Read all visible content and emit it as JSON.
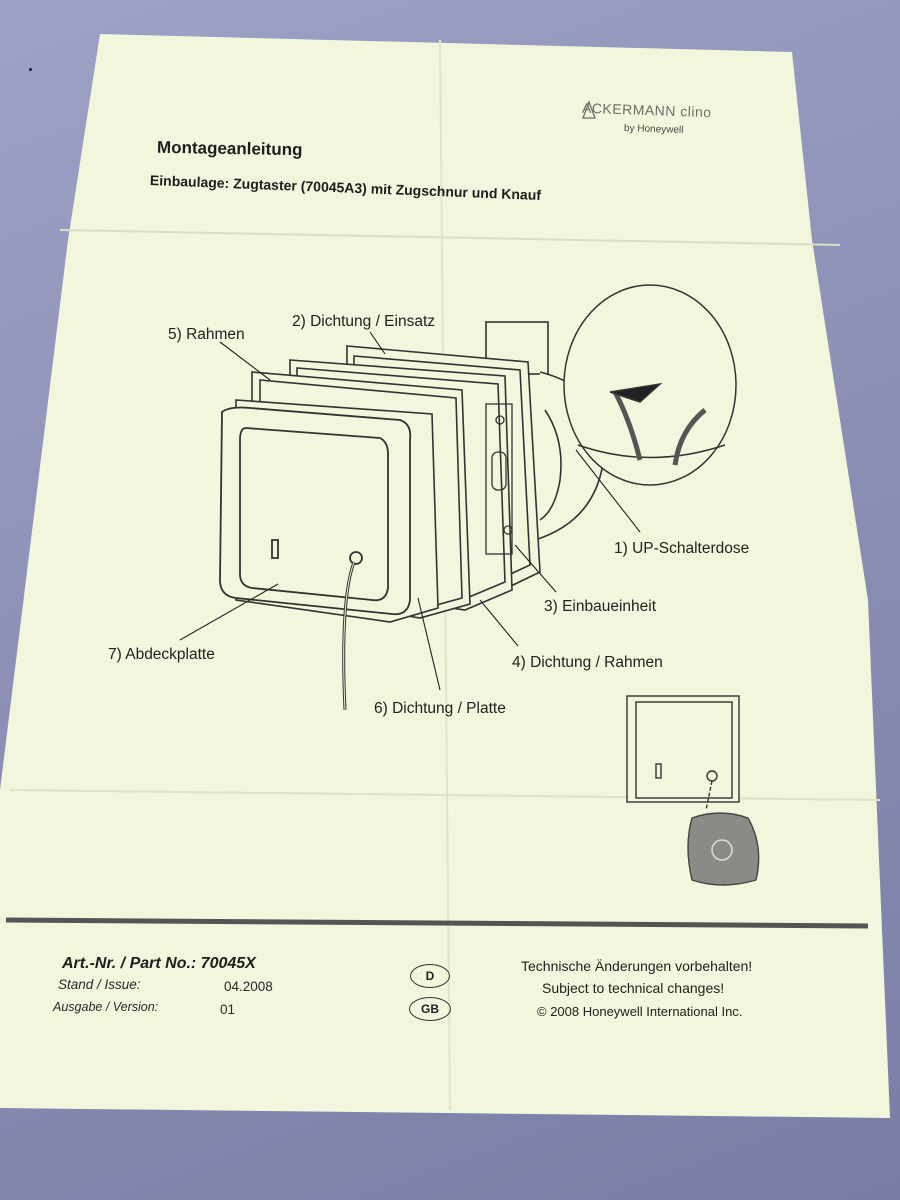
{
  "header": {
    "brand": "ACKERMANN clino",
    "brand_sub": "by Honeywell",
    "title": "Montageanleitung",
    "subtitle": "Einbaulage: Zugtaster (70045A3) mit Zugschnur und Knauf"
  },
  "diagram": {
    "labels": {
      "frame": "5) Rahmen",
      "seal_insert": "2) Dichtung / Einsatz",
      "flush_box": "1) UP-Schalterdose",
      "mounting_unit": "3) Einbaueinheit",
      "seal_frame": "4) Dichtung / Rahmen",
      "cover_plate": "7) Abdeckplatte",
      "seal_plate": "6) Dichtung / Platte"
    }
  },
  "footer": {
    "part_no": "Art.-Nr. / Part No.: 70045X",
    "issue_label": "Stand / Issue:",
    "issue_value": "04.2008",
    "version_label": "Ausgabe / Version:",
    "version_value": "01",
    "lang_de": "D",
    "lang_gb": "GB",
    "note_de": "Technische Änderungen vorbehalten!",
    "note_en": "Subject to technical changes!",
    "copyright": "© 2008 Honeywell International Inc."
  },
  "colors": {
    "paper": "#f1f6dc",
    "line": "#333333",
    "background": "#8c8fb4"
  }
}
